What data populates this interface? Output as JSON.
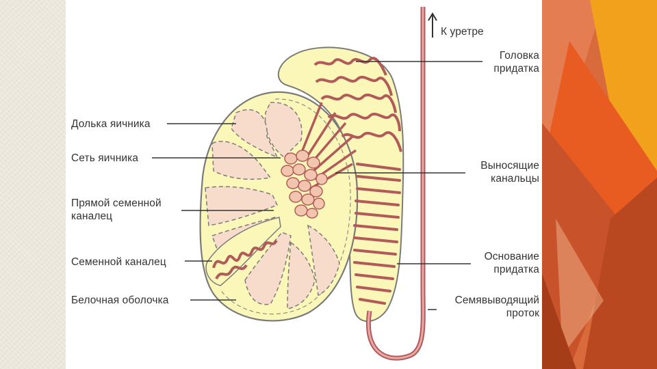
{
  "diagram": {
    "labels": {
      "to_urethra": "К уретре",
      "epididymis_head_line1": "Головка",
      "epididymis_head_line2": "придатка",
      "testis_lobule": "Долька яичника",
      "rete_testis": "Сеть яичника",
      "straight_tubule_line1": "Прямой семенной",
      "straight_tubule_line2": "каналец",
      "efferent_ductules_line1": "Выносящие",
      "efferent_ductules_line2": "канальцы",
      "seminiferous_tubule": "Семенной каналец",
      "epididymis_tail_line1": "Основание",
      "epididymis_tail_line2": "придатка",
      "tunica_albuginea": "Белочная оболочка",
      "vas_deferens_line1": "Семявыводящий",
      "vas_deferens_line2": "проток"
    }
  },
  "colors": {
    "capsule_fill": "#fbf7b8",
    "lobule_fill": "#f7dccb",
    "tubule_stroke": "#b25a5a",
    "tubule_fill": "#e6a9a6",
    "outline": "#7a7a7a",
    "label_text": "#333333",
    "deco_orange": "#e0642a",
    "deco_yellow": "#f2a11c"
  }
}
